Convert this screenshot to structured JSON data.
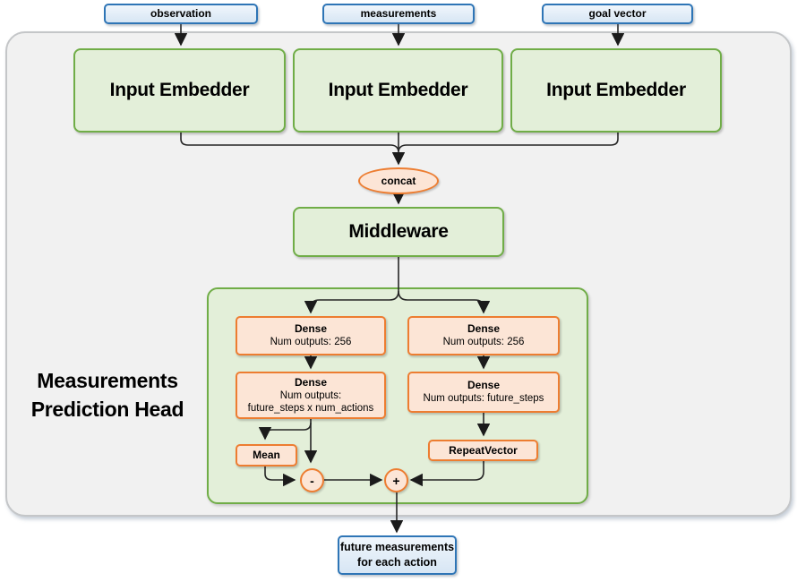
{
  "colors": {
    "blue_border": "#2e75b6",
    "green_border": "#70ad47",
    "green_fill": "#e3efd9",
    "orange_border": "#ed7d31",
    "orange_fill": "#fce5d6",
    "container_fill": "#f1f1f1",
    "container_border": "#c4c6c8",
    "line": "#262626"
  },
  "inputs": [
    {
      "label": "observation"
    },
    {
      "label": "measurements"
    },
    {
      "label": "goal vector"
    }
  ],
  "embedders": [
    {
      "label": "Input Embedder"
    },
    {
      "label": "Input Embedder"
    },
    {
      "label": "Input Embedder"
    }
  ],
  "concat_label": "concat",
  "middleware_label": "Middleware",
  "head": {
    "title_line1": "Measurements",
    "title_line2": "Prediction Head",
    "dense_l1": {
      "title": "Dense",
      "line1": "Num outputs: 256"
    },
    "dense_r1": {
      "title": "Dense",
      "line1": "Num outputs: 256"
    },
    "dense_l2": {
      "title": "Dense",
      "line1": "Num outputs:",
      "line2": "future_steps x num_actions"
    },
    "dense_r2": {
      "title": "Dense",
      "line1": "Num outputs: future_steps"
    },
    "mean_label": "Mean",
    "repeat_label": "RepeatVector",
    "minus_label": "-",
    "plus_label": "+"
  },
  "output": {
    "line1": "future measurements",
    "line2": "for each action"
  }
}
